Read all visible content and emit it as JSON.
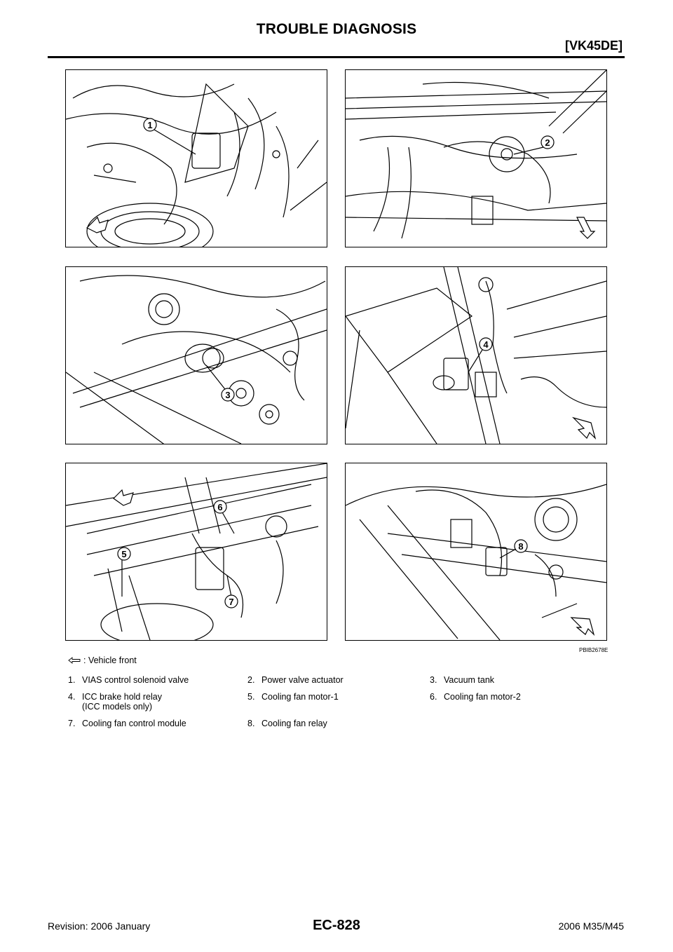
{
  "header": {
    "title": "TROUBLE DIAGNOSIS",
    "section": "[VK45DE]"
  },
  "figure": {
    "id": "PBIB2678E",
    "callouts": [
      "1",
      "2",
      "3",
      "4",
      "5",
      "6",
      "7",
      "8"
    ],
    "legend_text": ": Vehicle front",
    "legend_icon": "arrow-icon"
  },
  "items": [
    {
      "num": "1.",
      "label": "VIAS control solenoid valve"
    },
    {
      "num": "2.",
      "label": "Power valve actuator"
    },
    {
      "num": "3.",
      "label": "Vacuum tank"
    },
    {
      "num": "4.",
      "label": "ICC brake hold relay",
      "label2": "(ICC models only)"
    },
    {
      "num": "5.",
      "label": "Cooling fan motor-1"
    },
    {
      "num": "6.",
      "label": "Cooling fan motor-2"
    },
    {
      "num": "7.",
      "label": "Cooling fan control module"
    },
    {
      "num": "8.",
      "label": "Cooling fan relay"
    }
  ],
  "footer": {
    "revision": "Revision: 2006 January",
    "page": "EC-828",
    "model": "2006 M35/M45"
  }
}
